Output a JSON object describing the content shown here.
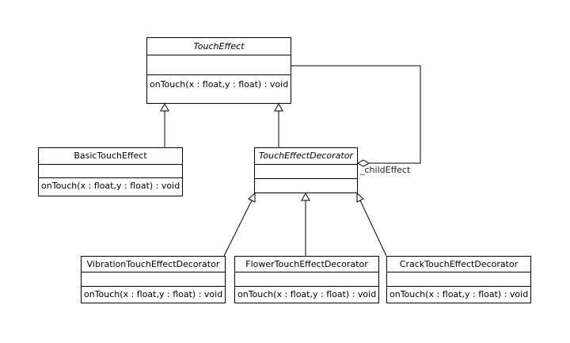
{
  "classes": {
    "touch_effect": {
      "name": "TouchEffect",
      "operation": "onTouch(x : float,y : float) : void"
    },
    "basic": {
      "name": "BasicTouchEffect",
      "operation": "onTouch(x : float,y : float) : void"
    },
    "decorator": {
      "name": "TouchEffectDecorator",
      "operation": ""
    },
    "vibration": {
      "name": "VibrationTouchEffectDecorator",
      "operation": "onTouch(x : float,y : float) : void"
    },
    "flower": {
      "name": "FlowerTouchEffectDecorator",
      "operation": "onTouch(x : float,y : float) : void"
    },
    "crack": {
      "name": "CrackTouchEffectDecorator",
      "operation": "onTouch(x : float,y : float) : void"
    }
  },
  "association": {
    "role": "_childEffect"
  }
}
